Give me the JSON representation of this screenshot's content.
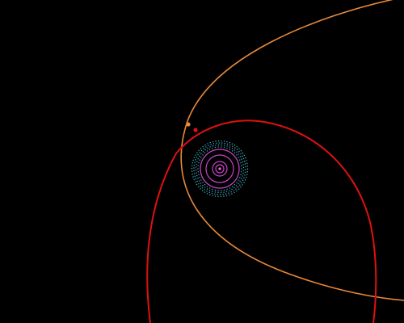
{
  "colors": {
    "background": "#000000",
    "orbit_orange": "#e8893a",
    "orbit_red": "#dd1111",
    "inner_magenta": "#cc44cc",
    "belt_cyan": "#3fb3c4",
    "sun_pink": "#ff66cc"
  },
  "objects": [
    {
      "name": "orange-orbit",
      "color_key": "orbit_orange"
    },
    {
      "name": "red-orbit",
      "color_key": "orbit_red"
    },
    {
      "name": "inner-solar-system",
      "color_key": "inner_magenta"
    },
    {
      "name": "kuiper-belt",
      "color_key": "belt_cyan"
    }
  ]
}
